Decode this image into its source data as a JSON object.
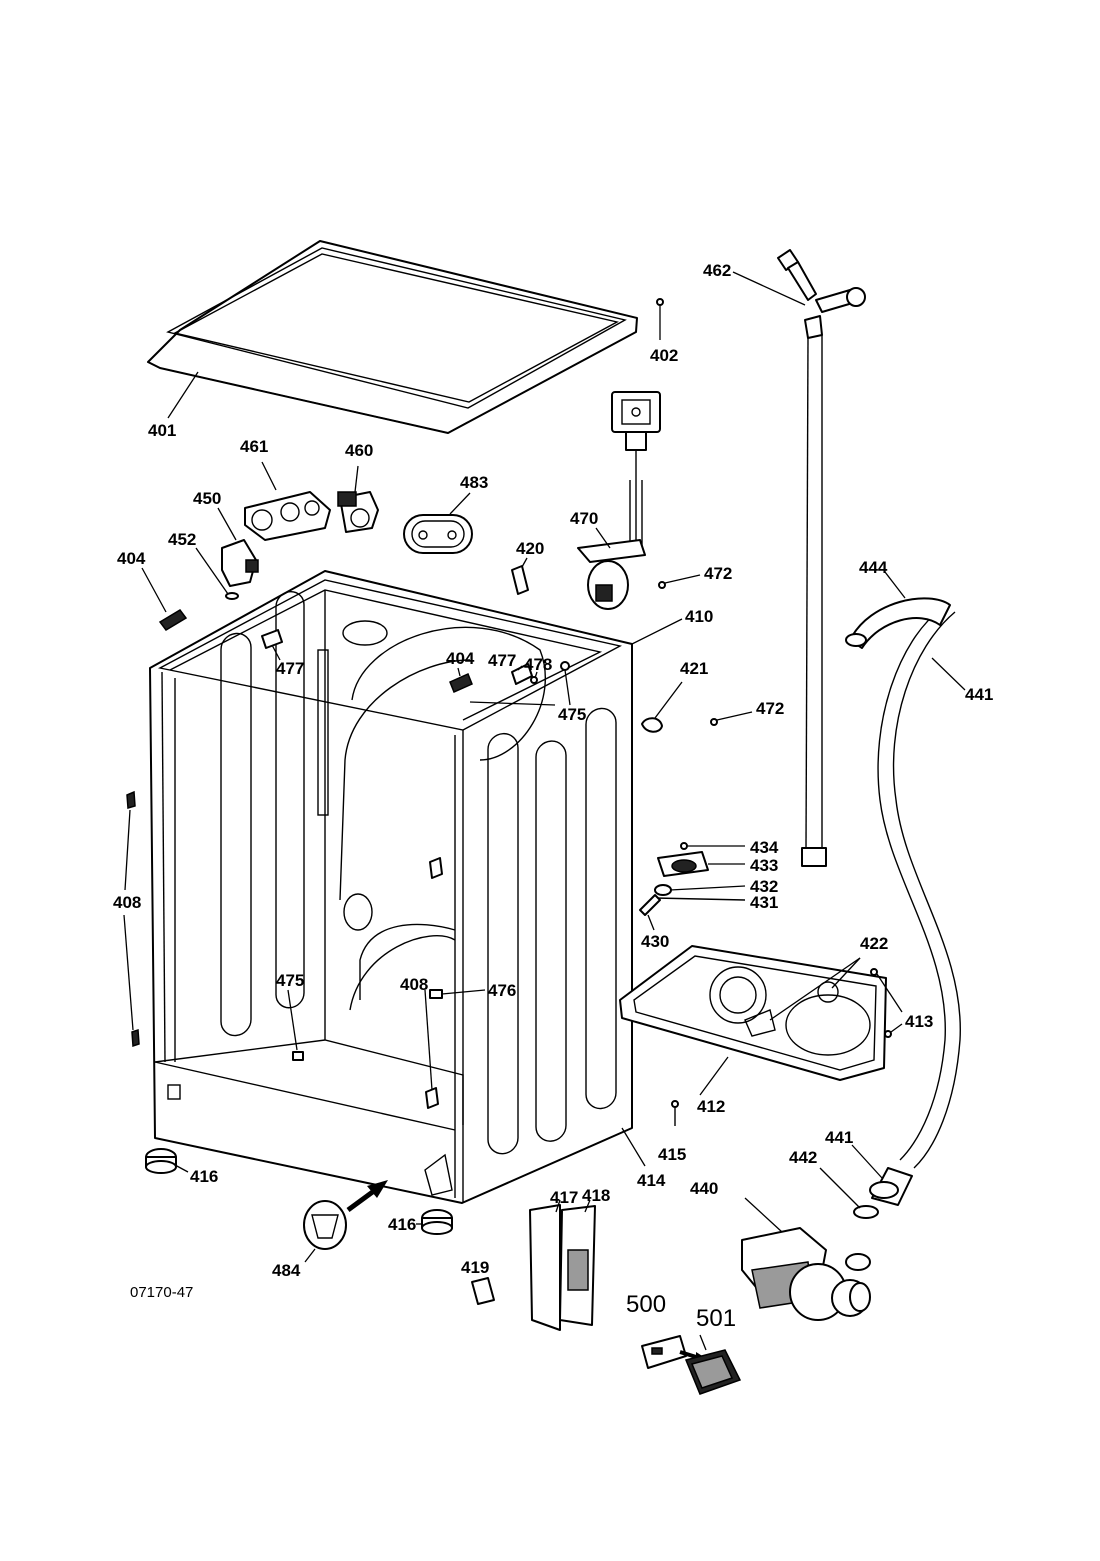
{
  "diagram_ref": "07170-47",
  "labels": {
    "l401": "401",
    "l402": "402",
    "l404a": "404",
    "l404b": "404",
    "l408a": "408",
    "l408b": "408",
    "l410": "410",
    "l412": "412",
    "l413": "413",
    "l414": "414",
    "l415": "415",
    "l416a": "416",
    "l416b": "416",
    "l417": "417",
    "l418": "418",
    "l419": "419",
    "l420": "420",
    "l421": "421",
    "l422": "422",
    "l430": "430",
    "l431": "431",
    "l432": "432",
    "l433": "433",
    "l434": "434",
    "l440": "440",
    "l441a": "441",
    "l441b": "441",
    "l442": "442",
    "l444": "444",
    "l450": "450",
    "l452": "452",
    "l460": "460",
    "l461": "461",
    "l462": "462",
    "l470": "470",
    "l472a": "472",
    "l472b": "472",
    "l475a": "475",
    "l475b": "475",
    "l476": "476",
    "l477a": "477",
    "l477b": "477",
    "l478": "478",
    "l483": "483",
    "l484": "484",
    "l500": "500",
    "l501": "501"
  }
}
